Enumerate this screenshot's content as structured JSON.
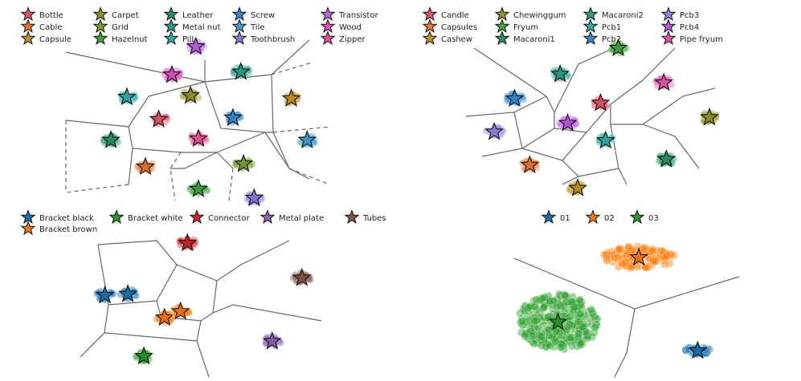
{
  "chart_data": [
    {
      "type": "scatter",
      "subtype": "voronoi-embedding",
      "legend_position": "top",
      "legend": [
        "Bottle",
        "Cable",
        "Capsule",
        "Carpet",
        "Grid",
        "Hazelnut",
        "Leather",
        "Metal nut",
        "Pill",
        "Screw",
        "Tile",
        "Toothbrush",
        "Transistor",
        "Wood",
        "Zipper"
      ],
      "colors": [
        "#e8596f",
        "#f07f3a",
        "#c99a2e",
        "#9a9a2a",
        "#7fa63b",
        "#49a84a",
        "#2c9a66",
        "#2fa58f",
        "#37b5b0",
        "#3a8fd6",
        "#4aa6d9",
        "#8b86e3",
        "#bf6ce6",
        "#e455c6",
        "#ef5b9a"
      ],
      "xlim": [
        0,
        100
      ],
      "ylim": [
        0,
        100
      ],
      "grid": false,
      "centroids": [
        {
          "name": "Bottle",
          "x": 35,
          "y": 52
        },
        {
          "name": "Cable",
          "x": 30,
          "y": 20
        },
        {
          "name": "Capsule",
          "x": 85,
          "y": 66
        },
        {
          "name": "Carpet",
          "x": 47,
          "y": 68
        },
        {
          "name": "Grid",
          "x": 67,
          "y": 22
        },
        {
          "name": "Hazelnut",
          "x": 50,
          "y": 5
        },
        {
          "name": "Leather",
          "x": 17,
          "y": 38
        },
        {
          "name": "Metal nut",
          "x": 66,
          "y": 84
        },
        {
          "name": "Pill",
          "x": 23,
          "y": 67
        },
        {
          "name": "Screw",
          "x": 63,
          "y": 53
        },
        {
          "name": "Tile",
          "x": 91,
          "y": 38
        },
        {
          "name": "Toothbrush",
          "x": 71,
          "y": -1
        },
        {
          "name": "Transistor",
          "x": 49,
          "y": 101
        },
        {
          "name": "Wood",
          "x": 40,
          "y": 82
        },
        {
          "name": "Zipper",
          "x": 50,
          "y": 39
        }
      ]
    },
    {
      "type": "scatter",
      "subtype": "voronoi-embedding",
      "legend_position": "top",
      "legend": [
        "Candle",
        "Capsules",
        "Cashew",
        "Chewinggum",
        "Fryum",
        "Macaroni1",
        "Macaroni2",
        "Pcb1",
        "Pcb2",
        "Pcb3",
        "Pcb4",
        "Pipe fryum"
      ],
      "colors": [
        "#e8596f",
        "#f07f3a",
        "#c99a2e",
        "#9a9a2a",
        "#49a84a",
        "#2c9a66",
        "#2fa58f",
        "#37b5b0",
        "#3a8fd6",
        "#9a8ae6",
        "#c55ce6",
        "#ef5bb8"
      ],
      "xlim": [
        0,
        100
      ],
      "ylim": [
        0,
        100
      ],
      "grid": false,
      "centroids": [
        {
          "name": "Candle",
          "x": 50,
          "y": 62
        },
        {
          "name": "Capsules",
          "x": 22,
          "y": 19
        },
        {
          "name": "Cashew",
          "x": 41,
          "y": 3
        },
        {
          "name": "Chewinggum",
          "x": 93,
          "y": 52
        },
        {
          "name": "Fryum",
          "x": 57,
          "y": 100
        },
        {
          "name": "Macaroni1",
          "x": 76,
          "y": 23
        },
        {
          "name": "Macaroni2",
          "x": 34,
          "y": 82
        },
        {
          "name": "Pcb1",
          "x": 52,
          "y": 36
        },
        {
          "name": "Pcb2",
          "x": 16,
          "y": 65
        },
        {
          "name": "Pcb3",
          "x": 8,
          "y": 42
        },
        {
          "name": "Pcb4",
          "x": 37,
          "y": 48
        },
        {
          "name": "Pipe fryum",
          "x": 75,
          "y": 76
        }
      ]
    },
    {
      "type": "scatter",
      "subtype": "voronoi-embedding",
      "legend_position": "top",
      "legend": [
        "Bracket black",
        "Bracket brown",
        "Bracket white",
        "Connector",
        "Metal plate",
        "Tubes"
      ],
      "colors": [
        "#1f77b4",
        "#ff7f0e",
        "#2ca02c",
        "#d62728",
        "#9467bd",
        "#8c564b"
      ],
      "xlim": [
        0,
        100
      ],
      "ylim": [
        0,
        100
      ],
      "grid": false,
      "centroids": [
        {
          "name": "Bracket black",
          "x": 9,
          "y": 56
        },
        {
          "name": "Bracket black",
          "x": 19,
          "y": 57
        },
        {
          "name": "Bracket brown",
          "x": 35,
          "y": 38
        },
        {
          "name": "Bracket brown",
          "x": 42,
          "y": 43
        },
        {
          "name": "Bracket white",
          "x": 26,
          "y": 7
        },
        {
          "name": "Connector",
          "x": 45,
          "y": 98
        },
        {
          "name": "Metal plate",
          "x": 82,
          "y": 19
        },
        {
          "name": "Tubes",
          "x": 95,
          "y": 70
        }
      ]
    },
    {
      "type": "scatter",
      "subtype": "voronoi-embedding",
      "legend_position": "top",
      "legend": [
        "01",
        "02",
        "03"
      ],
      "colors": [
        "#1f77b4",
        "#ff7f0e",
        "#2ca02c"
      ],
      "xlim": [
        0,
        100
      ],
      "ylim": [
        0,
        100
      ],
      "grid": false,
      "centroids": [
        {
          "name": "01",
          "x": 88,
          "y": 5
        },
        {
          "name": "02",
          "x": 64,
          "y": 80
        },
        {
          "name": "03",
          "x": 31,
          "y": 28
        }
      ]
    }
  ]
}
